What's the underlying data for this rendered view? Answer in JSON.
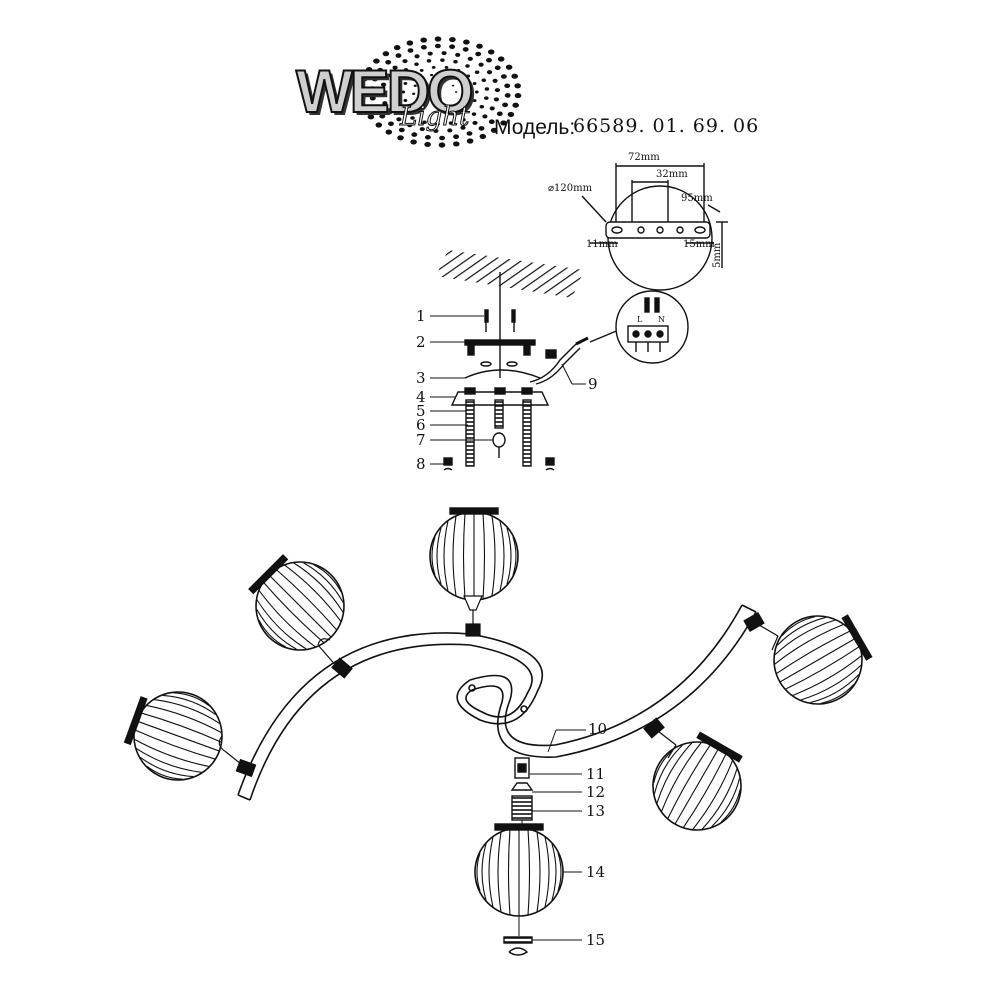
{
  "brand": {
    "name": "WEDO",
    "sub": "Light"
  },
  "model": {
    "label": "Модель:",
    "number": "66589. 01. 69. 06"
  },
  "dimensions": {
    "width_72": "72mm",
    "width_32": "32mm",
    "diameter": "⌀120mm",
    "length_95": "95mm",
    "offset_11": "11mm",
    "offset_15": "15mm",
    "depth_5": "5mm"
  },
  "terminal": {
    "l": "L",
    "n": "N"
  },
  "callouts": {
    "c1": "1",
    "c2": "2",
    "c3": "3",
    "c4": "4",
    "c5": "5",
    "c6": "6",
    "c7": "7",
    "c8": "8",
    "c9": "9",
    "c10": "10",
    "c11": "11",
    "c12": "12",
    "c13": "13",
    "c14": "14",
    "c15": "15"
  },
  "colors": {
    "ink": "#111111",
    "logo_fill": "#cfcfcf"
  }
}
